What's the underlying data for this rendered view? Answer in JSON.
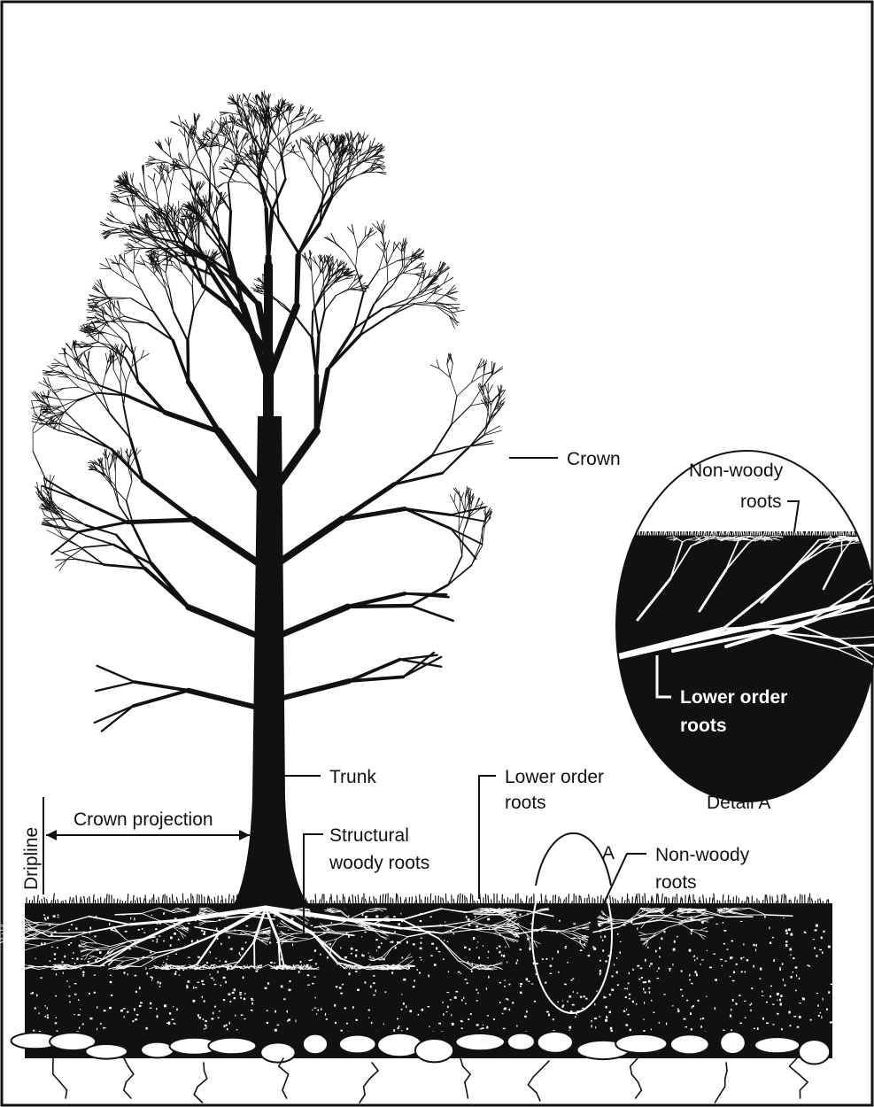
{
  "labels": {
    "crown": "Crown",
    "trunk": "Trunk",
    "crown_projection": "Crown projection",
    "dripline": "Dripline",
    "structural_roots_line1": "Structural",
    "structural_roots_line2": "woody roots",
    "lower_order_line1": "Lower order",
    "lower_order_line2": "roots",
    "marker_a": "A",
    "nonwoody_line1": "Non-woody",
    "nonwoody_line2": "roots",
    "detail_nonwoody_line1": "Non-woody",
    "detail_nonwoody_line2": "roots",
    "detail_lower_line1": "Lower order",
    "detail_lower_line2": "roots",
    "detail_caption": "Detail A"
  },
  "colors": {
    "ink": "#111111",
    "paper": "#ffffff"
  }
}
